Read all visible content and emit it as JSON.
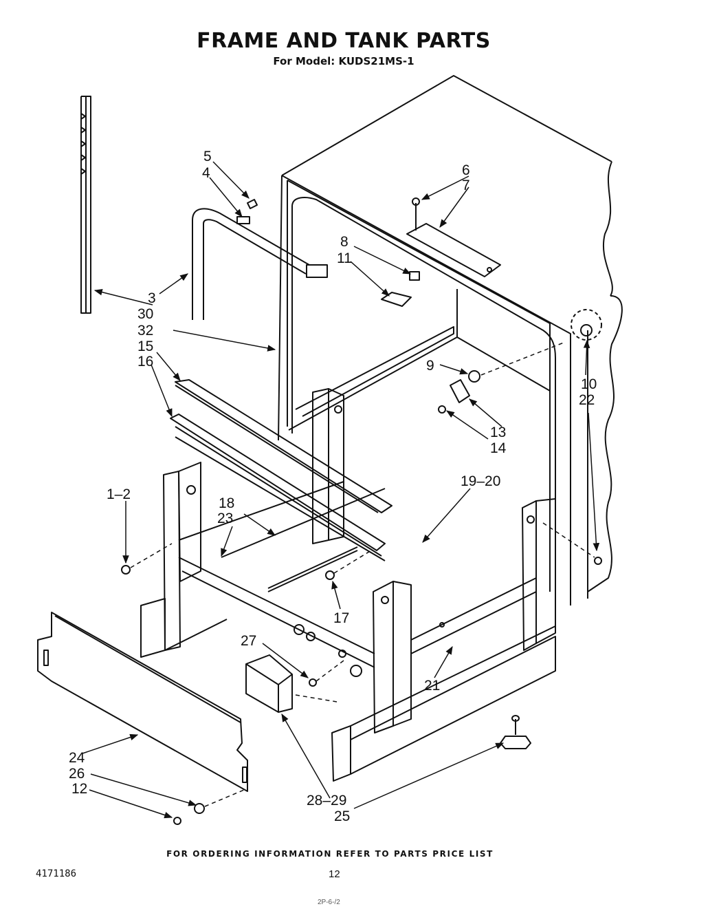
{
  "title": "FRAME AND TANK PARTS",
  "subtitle": "For Model: KUDS21MS-1",
  "footer": "FOR ORDERING INFORMATION REFER TO PARTS PRICE LIST",
  "doc_number": "4171186",
  "page_number": "12",
  "stamp": "2P-6-/2",
  "callouts": [
    {
      "id": "c5",
      "text": "5"
    },
    {
      "id": "c4",
      "text": "4"
    },
    {
      "id": "c6",
      "text": "6"
    },
    {
      "id": "c7",
      "text": "7"
    },
    {
      "id": "c8",
      "text": "8"
    },
    {
      "id": "c11",
      "text": "11"
    },
    {
      "id": "c3",
      "text": "3"
    },
    {
      "id": "c30",
      "text": "30"
    },
    {
      "id": "c32",
      "text": "32"
    },
    {
      "id": "c15",
      "text": "15"
    },
    {
      "id": "c16",
      "text": "16"
    },
    {
      "id": "c9",
      "text": "9"
    },
    {
      "id": "c10",
      "text": "10"
    },
    {
      "id": "c22",
      "text": "22"
    },
    {
      "id": "c13",
      "text": "13"
    },
    {
      "id": "c14",
      "text": "14"
    },
    {
      "id": "c1-2",
      "text": "1–2"
    },
    {
      "id": "c18",
      "text": "18"
    },
    {
      "id": "c23",
      "text": "23"
    },
    {
      "id": "c19-20",
      "text": "19–20"
    },
    {
      "id": "c17",
      "text": "17"
    },
    {
      "id": "c27",
      "text": "27"
    },
    {
      "id": "c21",
      "text": "21"
    },
    {
      "id": "c24",
      "text": "24"
    },
    {
      "id": "c26",
      "text": "26"
    },
    {
      "id": "c12",
      "text": "12"
    },
    {
      "id": "c28-29",
      "text": "28–29"
    },
    {
      "id": "c25",
      "text": "25"
    }
  ]
}
